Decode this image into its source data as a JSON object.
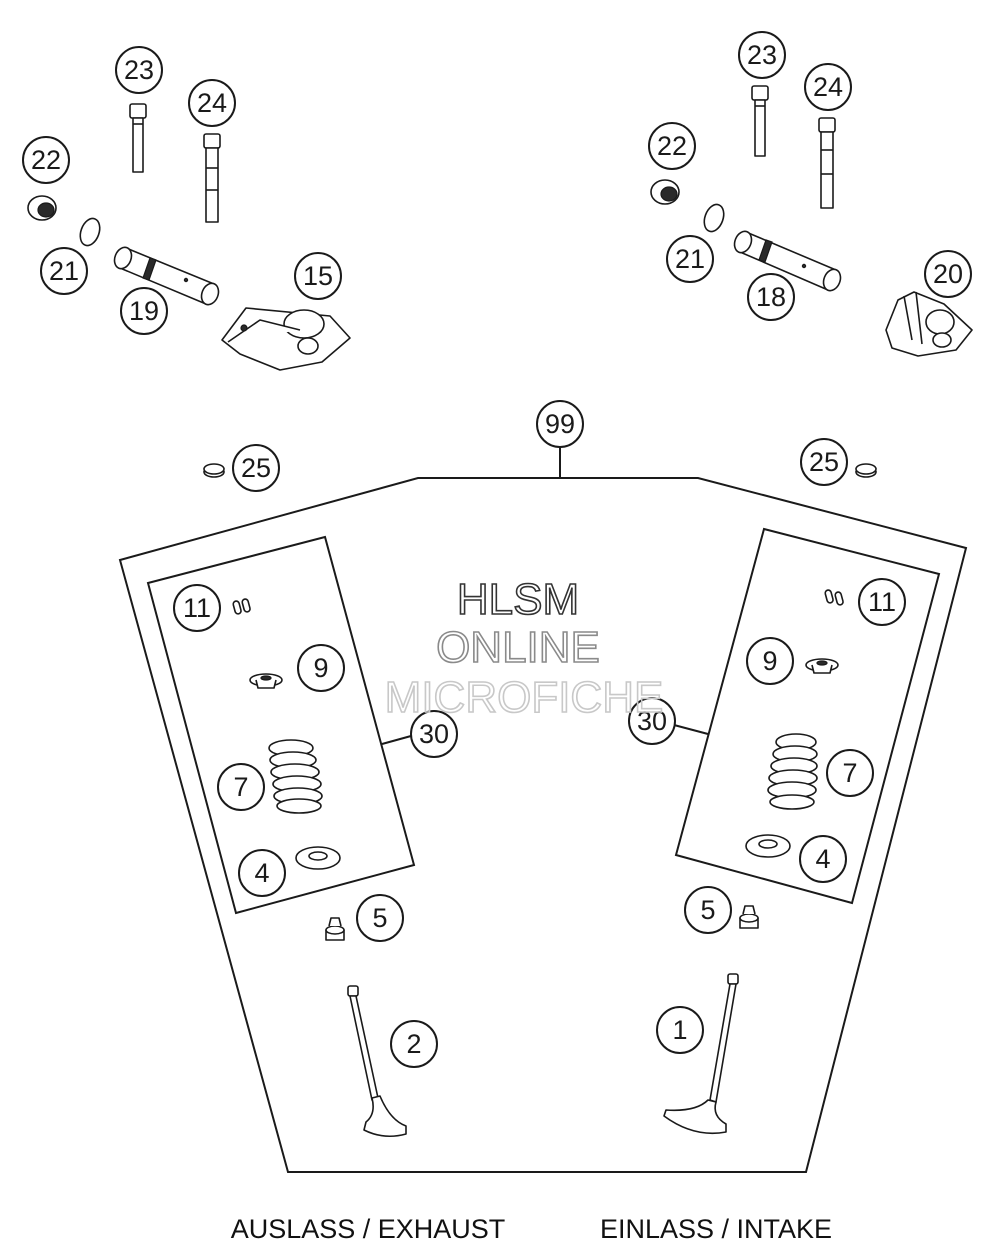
{
  "watermark": {
    "lines": [
      "HLSM",
      "ONLINE",
      "MICROFICHE"
    ],
    "colors": [
      "#333333",
      "#8a8a8a",
      "#c8c8c8"
    ]
  },
  "section_labels": {
    "exhaust": "AUSLASS / EXHAUST",
    "intake": "EINLASS / INTAKE"
  },
  "callouts": {
    "c23l": "23",
    "c24l": "24",
    "c22l": "22",
    "c21l": "21",
    "c19": "19",
    "c15": "15",
    "c23r": "23",
    "c24r": "24",
    "c22r": "22",
    "c21r": "21",
    "c18": "18",
    "c20": "20",
    "c99": "99",
    "c25l": "25",
    "c25r": "25",
    "c11l": "11",
    "c9l": "9",
    "c30l": "30",
    "c7l": "7",
    "c4l": "4",
    "c5l": "5",
    "c2": "2",
    "c11r": "11",
    "c9r": "9",
    "c30r": "30",
    "c7r": "7",
    "c4r": "4",
    "c5r": "5",
    "c1": "1"
  }
}
